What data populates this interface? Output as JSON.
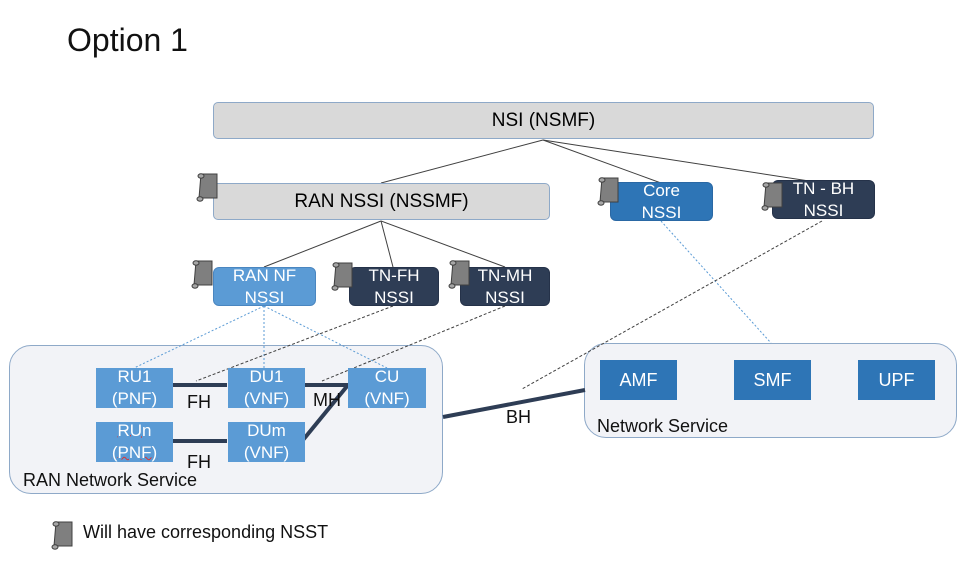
{
  "title": "Option 1",
  "nsi": "NSI (NSMF)",
  "ran_nssi": "RAN NSSI (NSSMF)",
  "core_nssi": "Core\nNSSI",
  "tn_bh_nssi": "TN - BH\nNSSI",
  "ran_nf_nssi": "RAN NF\nNSSI",
  "tn_fh_nssi": "TN-FH\nNSSI",
  "tn_mh_nssi": "TN-MH\nNSSI",
  "ran_ns": {
    "label": "RAN Network Service",
    "ru1": "RU1\n(PNF)",
    "run": "RUn\n(PNF)",
    "du1": "DU1\n(VNF)",
    "dum": "DUm\n(VNF)",
    "cu": "CU\n(VNF)"
  },
  "core_ns": {
    "label": "Network Service",
    "amf": "AMF",
    "smf": "SMF",
    "upf": "UPF"
  },
  "links": {
    "fh1": "FH",
    "fh2": "FH",
    "mh": "MH",
    "bh": "BH"
  },
  "legend": "Will have corresponding NSST",
  "colors": {
    "light_blue": "#5b9bd5",
    "dark_blue": "#2e75b6",
    "navy": "#2e3d55",
    "gray": "#d9d9d9"
  }
}
